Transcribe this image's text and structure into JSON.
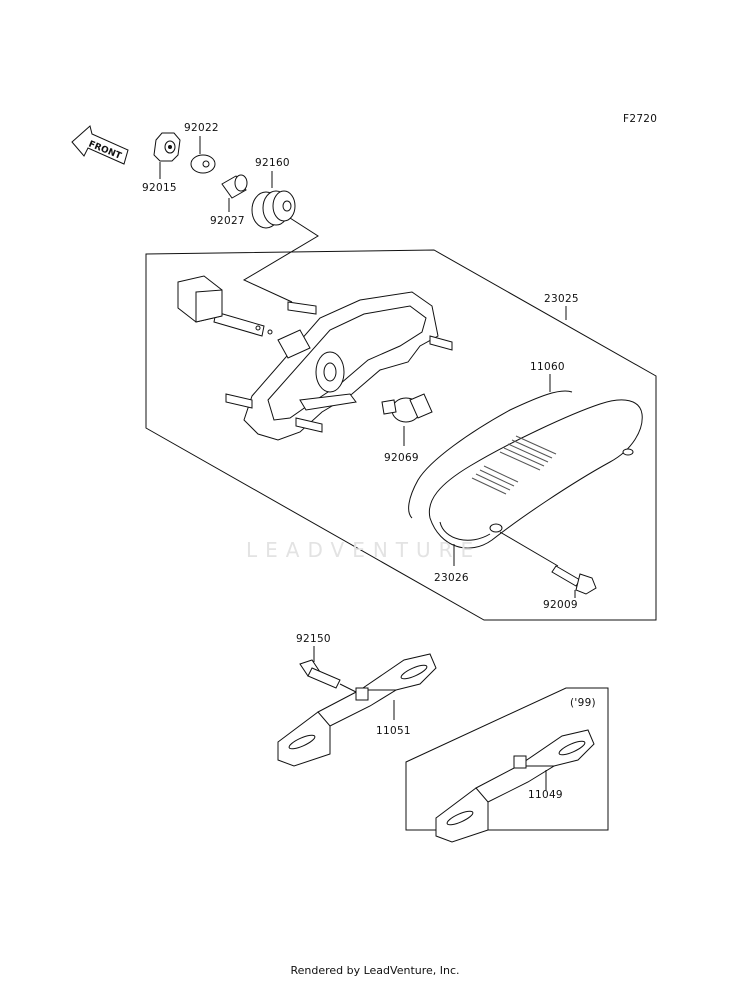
{
  "diagram_code": "F2720",
  "front_label": "FRONT",
  "watermark": "LEADVENTURE",
  "footer": "Rendered by LeadVenture, Inc.",
  "variant_label": "('99)",
  "parts": {
    "p92015": "92015",
    "p92022": "92022",
    "p92027": "92027",
    "p92160": "92160",
    "p23025": "23025",
    "p11060": "11060",
    "p92069": "92069",
    "p23026": "23026",
    "p92009": "92009",
    "p92150": "92150",
    "p11051": "11051",
    "p11049": "11049"
  }
}
